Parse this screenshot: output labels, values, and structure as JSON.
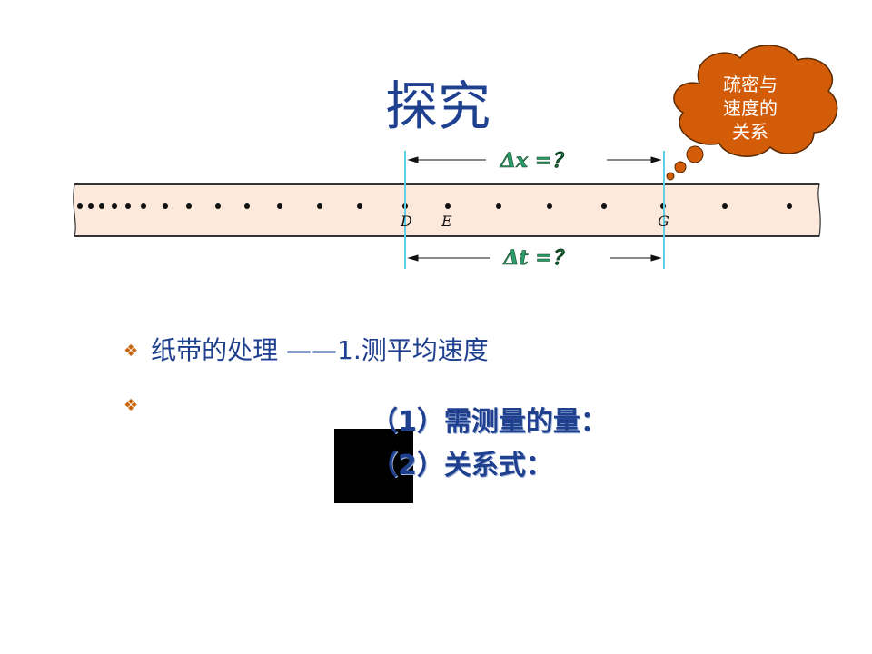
{
  "title": "探究",
  "cloud": {
    "line1": "疏密与",
    "line2": "速度的",
    "line3": "关系"
  },
  "tape": {
    "delta_x_label": "Δx =？",
    "delta_t_label": "Δt =？",
    "point_labels": [
      "D",
      "E",
      "G"
    ]
  },
  "bullets": [
    {
      "text": "纸带的处理 ——1.测平均速度"
    },
    {
      "text": ""
    }
  ],
  "items": [
    {
      "text": "（1）需测量的量："
    },
    {
      "text": "（2）关系式："
    }
  ],
  "colors": {
    "accent": "#1f3f8f",
    "bullet": "#c8660d",
    "tape": "#fde9dc",
    "cloud": "#d35c09",
    "guide": "#5fd0e8"
  }
}
